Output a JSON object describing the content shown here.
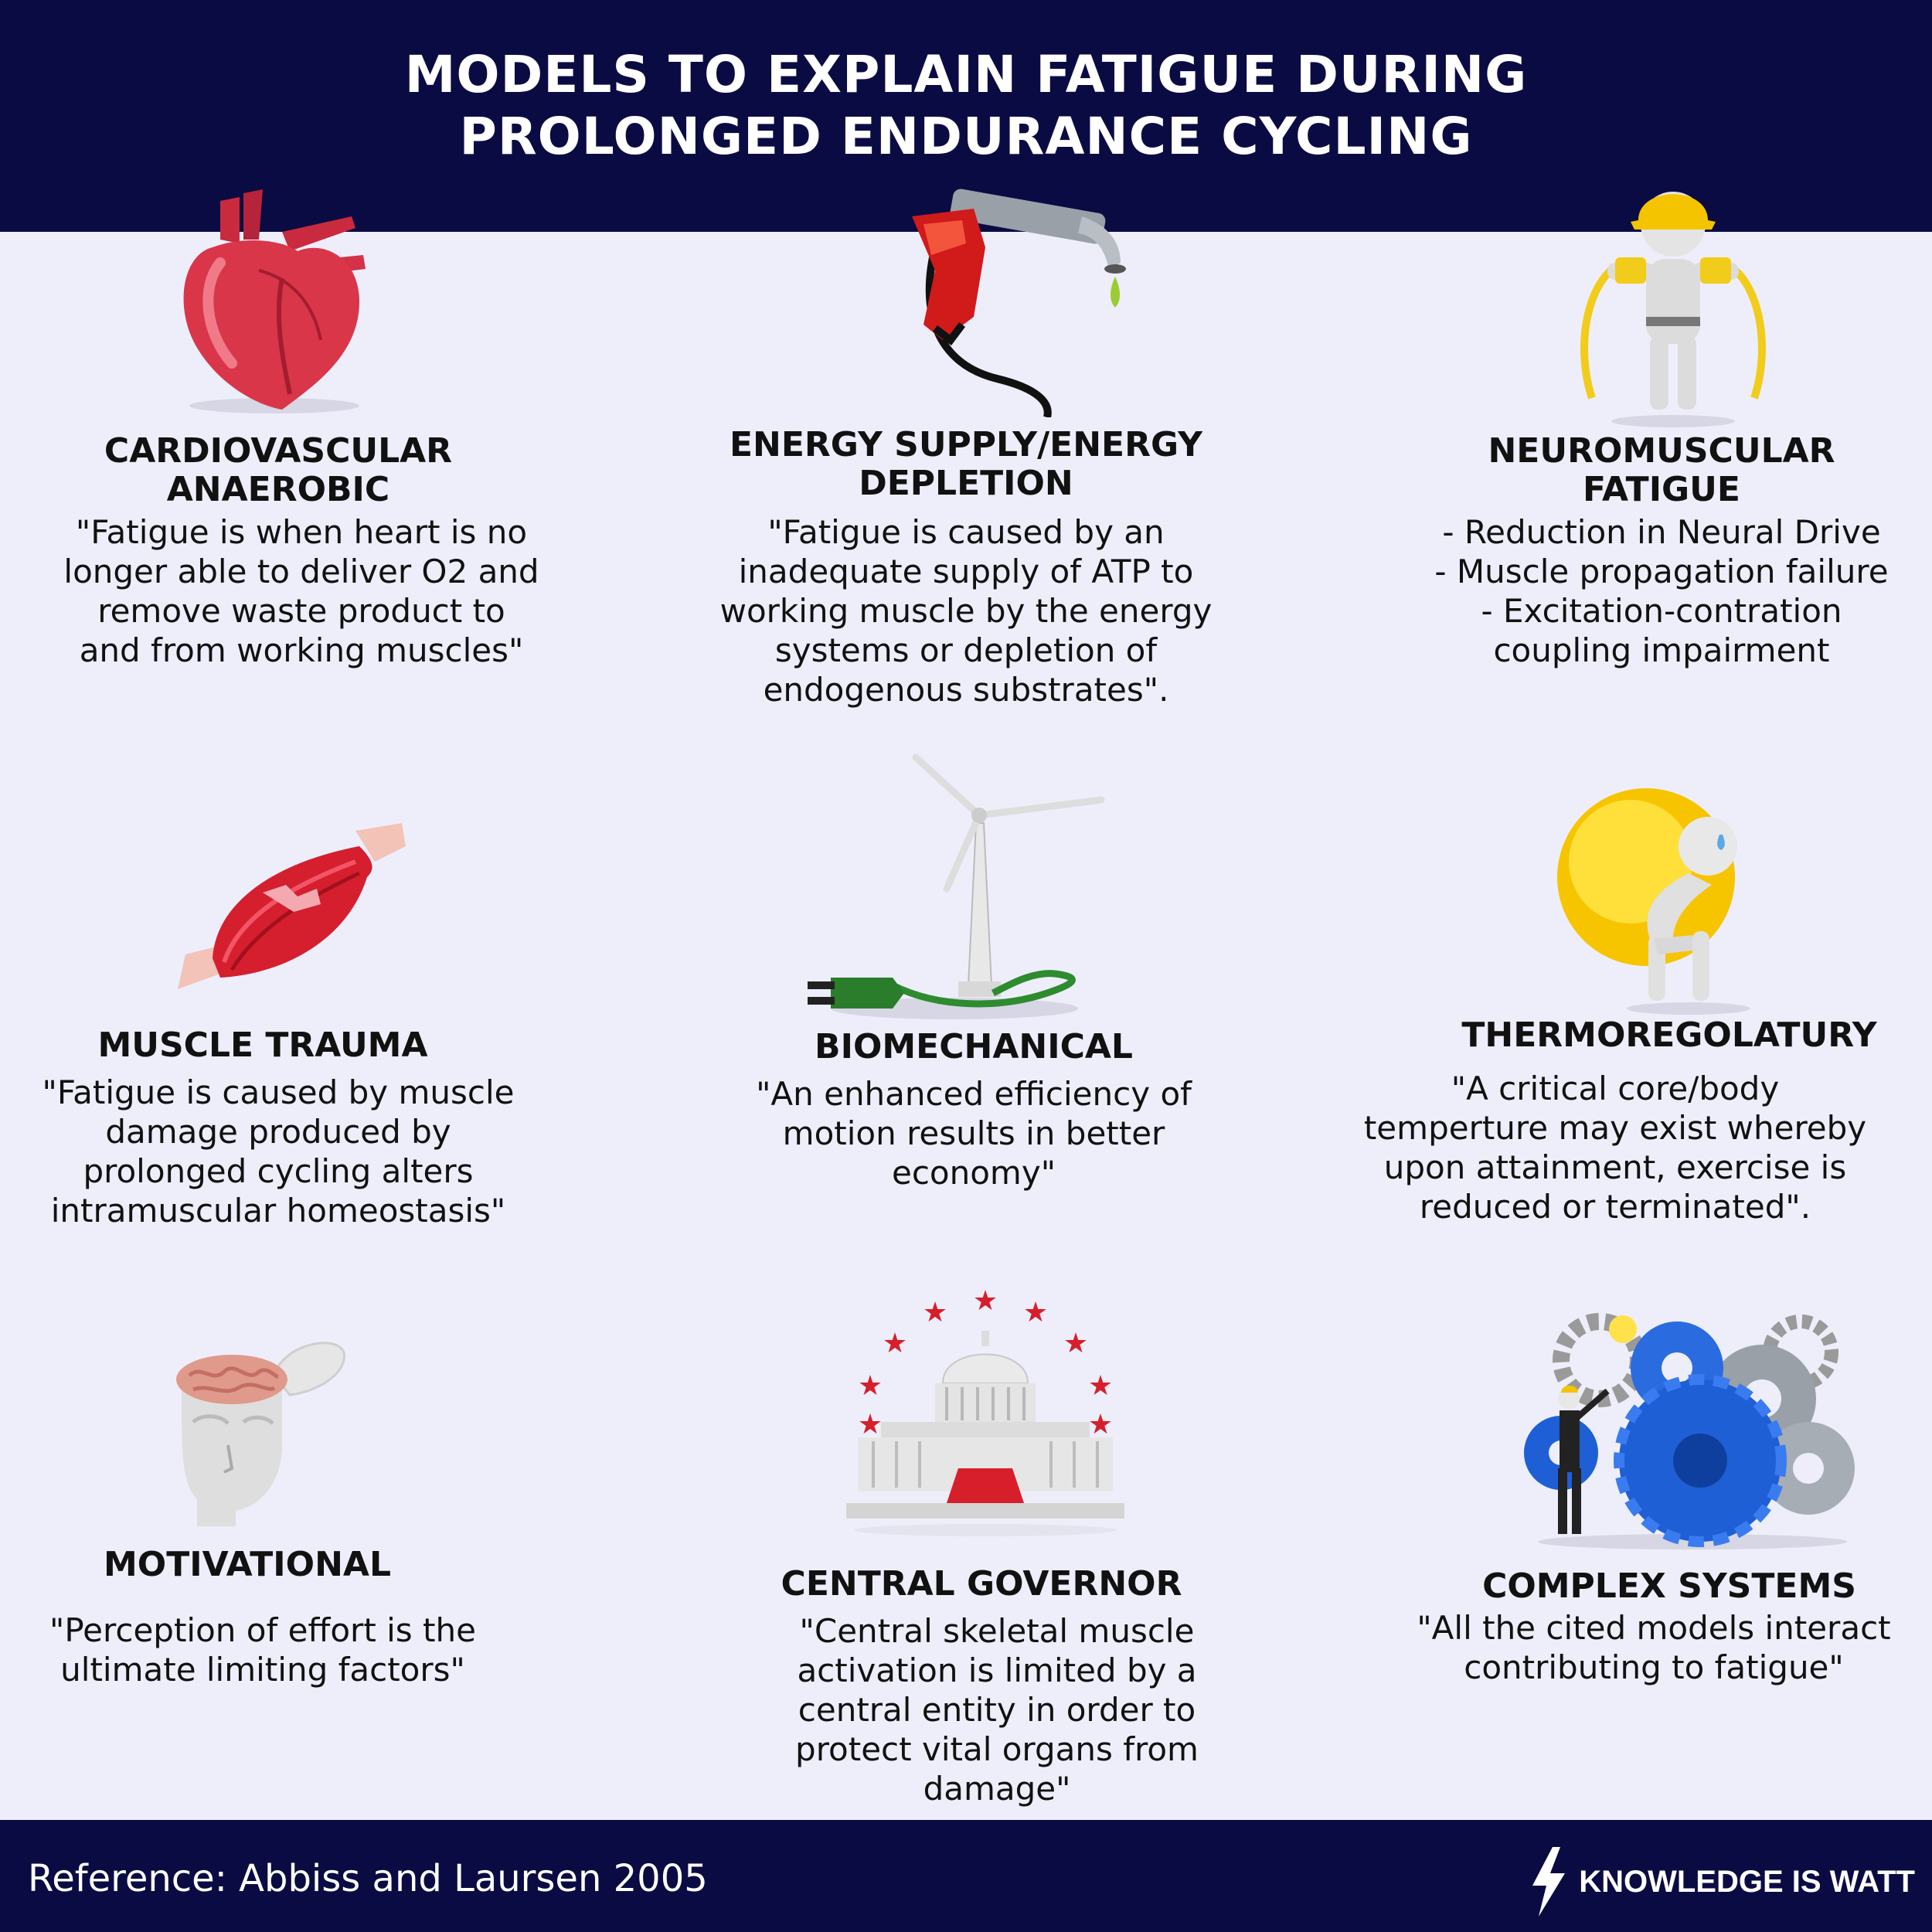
{
  "title": {
    "line1": "MODELS TO EXPLAIN FATIGUE DURING",
    "line2": "PROLONGED ENDURANCE CYCLING"
  },
  "models": [
    {
      "icon": "heart-icon",
      "heading": [
        "CARDIOVASCULAR",
        "ANAEROBIC"
      ],
      "description": [
        "\"Fatigue is when heart is no",
        "longer able to deliver O2 and",
        "remove waste product to",
        "and from working muscles\""
      ]
    },
    {
      "icon": "fuel-nozzle-icon",
      "heading": [
        "ENERGY SUPPLY/ENERGY",
        "DEPLETION"
      ],
      "description": [
        "\"Fatigue is caused by an",
        "inadequate supply of ATP to",
        "working muscle by the energy",
        "systems or depletion of",
        "endogenous substrates\"."
      ]
    },
    {
      "icon": "worker-cables-icon",
      "heading": [
        "NEUROMUSCULAR",
        "FATIGUE"
      ],
      "description": [
        "- Reduction in Neural Drive",
        "- Muscle propagation failure",
        "- Excitation-contration",
        "coupling impairment"
      ]
    },
    {
      "icon": "muscle-icon",
      "heading": [
        "MUSCLE TRAUMA"
      ],
      "description": [
        "\"Fatigue is caused by muscle",
        "damage produced by",
        "prolonged cycling alters",
        "intramuscular homeostasis\""
      ]
    },
    {
      "icon": "wind-turbine-icon",
      "heading": [
        "BIOMECHANICAL"
      ],
      "description": [
        "\"An enhanced efficiency of",
        "motion results in better",
        "economy\""
      ]
    },
    {
      "icon": "sun-figure-icon",
      "heading": [
        "THERMOREGOLATURY"
      ],
      "description": [
        "\"A critical core/body",
        "temperture may exist whereby",
        "upon attainment, exercise is",
        "reduced or terminated\"."
      ]
    },
    {
      "icon": "brain-head-icon",
      "heading": [
        "MOTIVATIONAL"
      ],
      "description": [
        "\"Perception of effort is the",
        "ultimate limiting factors\""
      ]
    },
    {
      "icon": "capitol-icon",
      "heading": [
        "CENTRAL GOVERNOR"
      ],
      "description": [
        "\"Central skeletal muscle",
        "activation is limited by a",
        "central entity in order to",
        "protect vital organs from",
        "damage\""
      ]
    },
    {
      "icon": "gears-icon",
      "heading": [
        "COMPLEX SYSTEMS"
      ],
      "description": [
        "\"All the cited models interact",
        "contributing to fatigue\""
      ]
    }
  ],
  "footer": {
    "reference": "Reference: Abbiss and Laursen  2005",
    "brand": "KNOWLEDGE IS WATT",
    "brand_icon": "lightning-bolt-icon"
  },
  "colors": {
    "navy": "#0b0b44",
    "background": "#eeeefb",
    "heart_red": "#d9364a",
    "turbine_green": "#2e8b2e",
    "sun_yellow": "#f7c400",
    "gear_blue": "#1f5fd6"
  }
}
